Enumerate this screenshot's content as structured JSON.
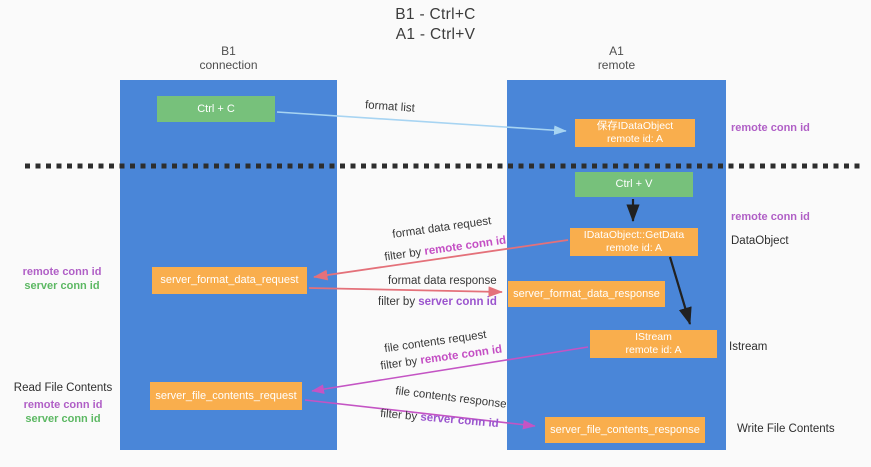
{
  "title": {
    "line1": "B1 - Ctrl+C",
    "line2": "A1 - Ctrl+V"
  },
  "lanes": {
    "left": {
      "name": "B1",
      "role": "connection"
    },
    "right": {
      "name": "A1",
      "role": "remote"
    }
  },
  "boxes": {
    "ctrl_c": {
      "label": "Ctrl + C"
    },
    "save_idataobject": {
      "line1": "保存IDataObject",
      "line2": "remote id: A"
    },
    "ctrl_v": {
      "label": "Ctrl + V"
    },
    "getdata": {
      "line1": "IDataObject::GetData",
      "line2": "remote id: A"
    },
    "server_format_data_request": {
      "label": "server_format_data_request"
    },
    "server_format_data_response": {
      "label": "server_format_data_response"
    },
    "istream": {
      "line1": "IStream",
      "line2": "remote id: A"
    },
    "server_file_contents_request": {
      "label": "server_file_contents_request"
    },
    "server_file_contents_response": {
      "label": "server_file_contents_response"
    }
  },
  "edge_labels": {
    "format_list": "format list",
    "format_data_request": "format data request",
    "format_data_response": "format data response",
    "file_contents_request": "file contents request",
    "file_contents_response": "file contents response",
    "filter_by": "filter by ",
    "remote_conn_id": "remote conn id",
    "server_conn_id": "server conn id"
  },
  "side_labels": {
    "right_remote_conn_id_top": "remote conn id",
    "right_remote_conn_id_mid": "remote conn id",
    "dataobject": "DataObject",
    "istream": "Istream",
    "write_file_contents": "Write File Contents",
    "read_file_contents": "Read File Contents",
    "left_remote_conn_id_top": "remote conn id",
    "left_server_conn_id_top": "server conn id",
    "left_remote_conn_id_bottom": "remote conn id",
    "left_server_conn_id_bottom": "server conn id"
  },
  "colors": {
    "bg": "#fafafa",
    "lane-blue": "#4a86d8",
    "box-green": "#77c17b",
    "box-orange": "#f9ae4d",
    "text-dark": "#3c3c3c",
    "purple-label": "#b05fc6",
    "green-label": "#5cb863",
    "filter-remote": "#c44fc4",
    "filter-server": "#9b55ce",
    "arrow-lightblue": "#a7d4f2",
    "arrow-black": "#212121",
    "arrow-salmon": "#e4717a",
    "arrow-magenta": "#c454c4",
    "dashed-line": "#2d2d2d"
  }
}
